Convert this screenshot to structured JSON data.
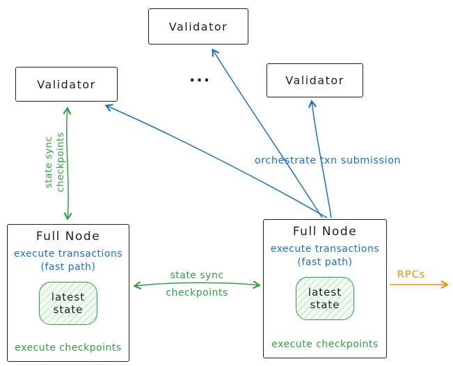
{
  "diagram": {
    "validator_top": {
      "label": "Validator"
    },
    "validator_left": {
      "label": "Validator"
    },
    "validator_right": {
      "label": "Validator"
    },
    "ellipsis": "...",
    "full_node_left": {
      "title": "Full Node",
      "exec_line1": "execute transactions",
      "exec_line2": "(fast path)",
      "state_line1": "latest",
      "state_line2": "state",
      "footer": "execute checkpoints"
    },
    "full_node_right": {
      "title": "Full Node",
      "exec_line1": "execute transactions",
      "exec_line2": "(fast path)",
      "state_line1": "latest",
      "state_line2": "state",
      "footer": "execute checkpoints"
    },
    "arrow_labels": {
      "state_sync_vert_line1": "state sync",
      "state_sync_vert_line2": "checkpoints",
      "state_sync_horiz_line1": "state sync",
      "state_sync_horiz_line2": "checkpoints",
      "orchestrate": "orchestrate txn submission",
      "rpcs": "RPCs"
    },
    "colors": {
      "ink": "#1e1e1e",
      "blue": "#1971c2",
      "green": "#2f9e44",
      "orange": "#f08c00",
      "state_fill": "#e9f7ea"
    }
  }
}
